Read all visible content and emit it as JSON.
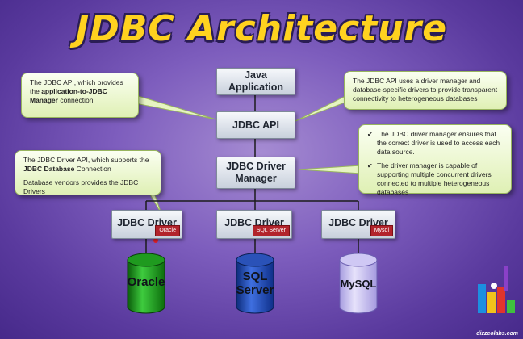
{
  "title": "JDBC Architecture",
  "boxes": {
    "java_app": "Java Application",
    "jdbc_api": "JDBC API",
    "driver_manager": "JDBC Driver Manager"
  },
  "drivers": [
    {
      "label": "JDBC Driver",
      "tag": "Oracle",
      "database": "Oracle"
    },
    {
      "label": "JDBC Driver",
      "tag": "SQL Server",
      "database": "SQL Server"
    },
    {
      "label": "JDBC Driver",
      "tag": "Mysql",
      "database": "MySQL"
    }
  ],
  "notes": {
    "api_left": {
      "pre": "The JDBC API, which provides the ",
      "bold": "application-to-JDBC Manager",
      "post": " connection"
    },
    "api_right": "The JDBC API uses a driver manager and database-specific drivers to provide transparent connectivity to heterogeneous databases",
    "manager_right": [
      "The JDBC driver manager ensures that the correct driver is used to access each data source.",
      "The driver manager is capable of supporting multiple concurrent drivers connected to multiple heterogeneous databases"
    ],
    "driver_left": {
      "pre": "The JDBC Driver API, which supports the ",
      "bold": "JDBC Database",
      "post": " Connection",
      "second": "Database vendors provides  the JDBC Drivers"
    }
  },
  "logo_text": "dizzeolabs.com",
  "colors": {
    "title": "#ffd21f",
    "note_bg": "#e8f5c8",
    "tag": "#b2242c",
    "background": "#7d5dbd"
  }
}
